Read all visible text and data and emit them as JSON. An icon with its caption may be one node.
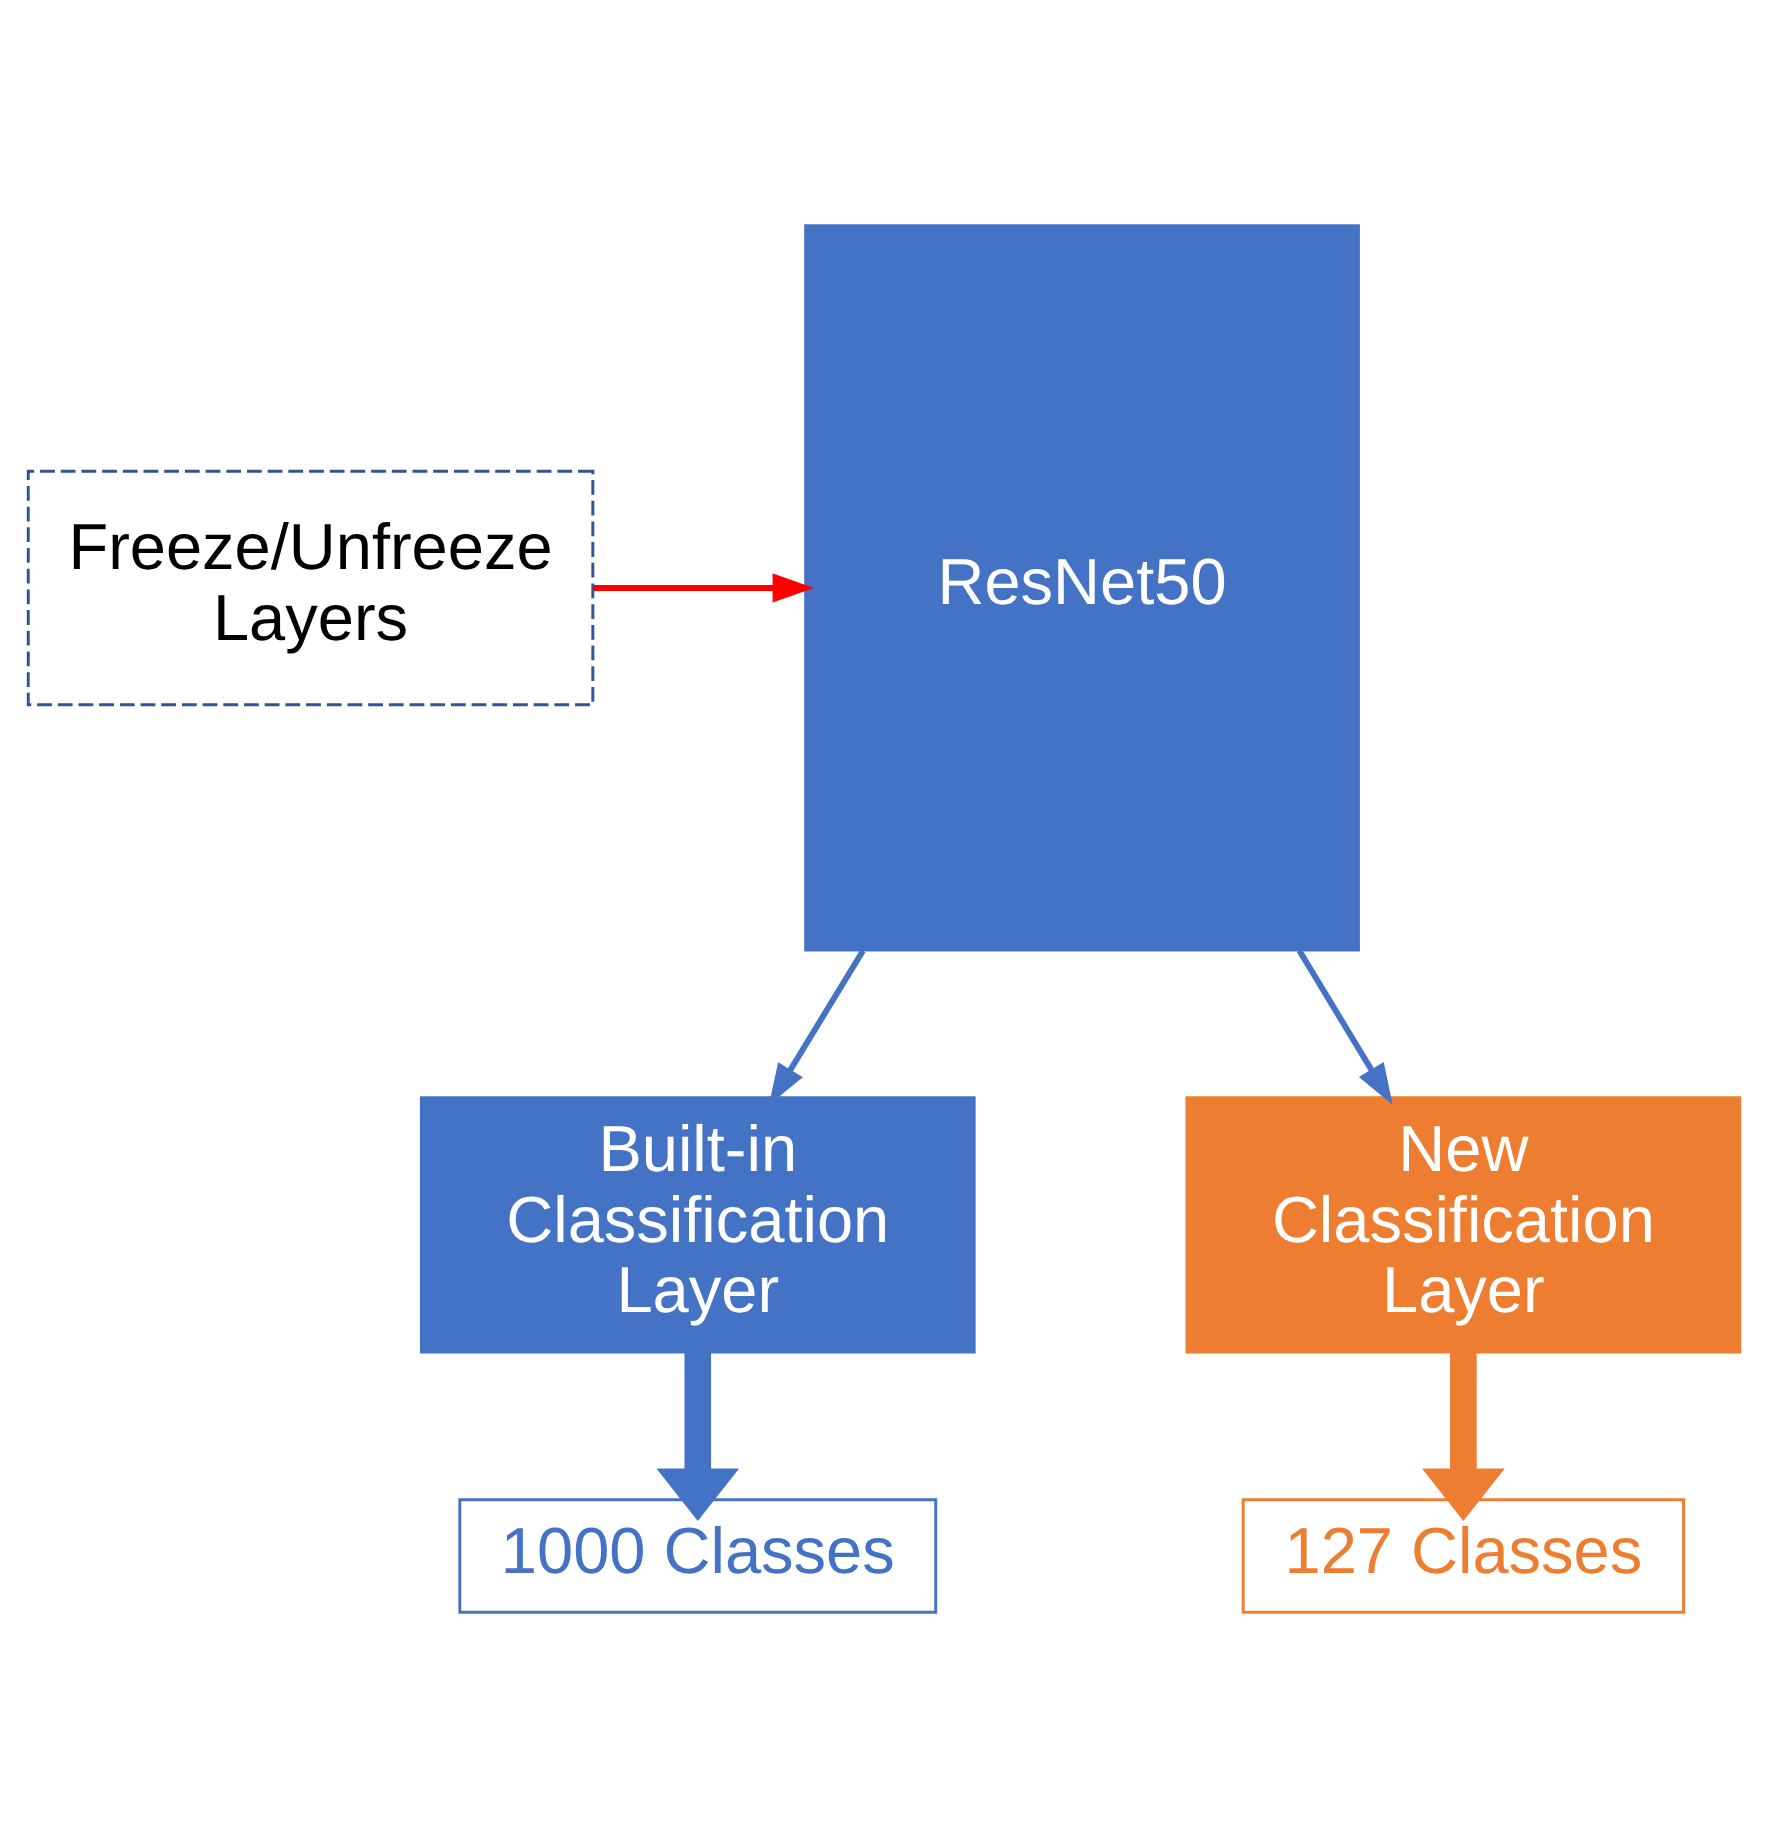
{
  "diagram": {
    "nodes": [
      {
        "text": [
          "ResNet50"
        ]
      },
      {
        "text": [
          "Freeze/Unfreeze Layers"
        ]
      },
      {
        "text": [
          "Built-in Classification Layer"
        ]
      },
      {
        "text": [
          "New Classification Layer"
        ]
      },
      {
        "text": [
          "1000 Classes"
        ]
      },
      {
        "text": [
          "127 Classes"
        ]
      }
    ],
    "edges": [
      {
        "from": 1,
        "to": 0,
        "arrow": "to",
        "color": "#ff0000"
      },
      {
        "from": 0,
        "to": 2,
        "arrow": "to"
      },
      {
        "from": 0,
        "to": 3,
        "arrow": "to"
      },
      {
        "from": 2,
        "to": 4,
        "arrow": "to",
        "style": "thick"
      },
      {
        "from": 3,
        "to": 5,
        "arrow": "to",
        "style": "thick",
        "color": "#ed7d31"
      }
    ]
  }
}
